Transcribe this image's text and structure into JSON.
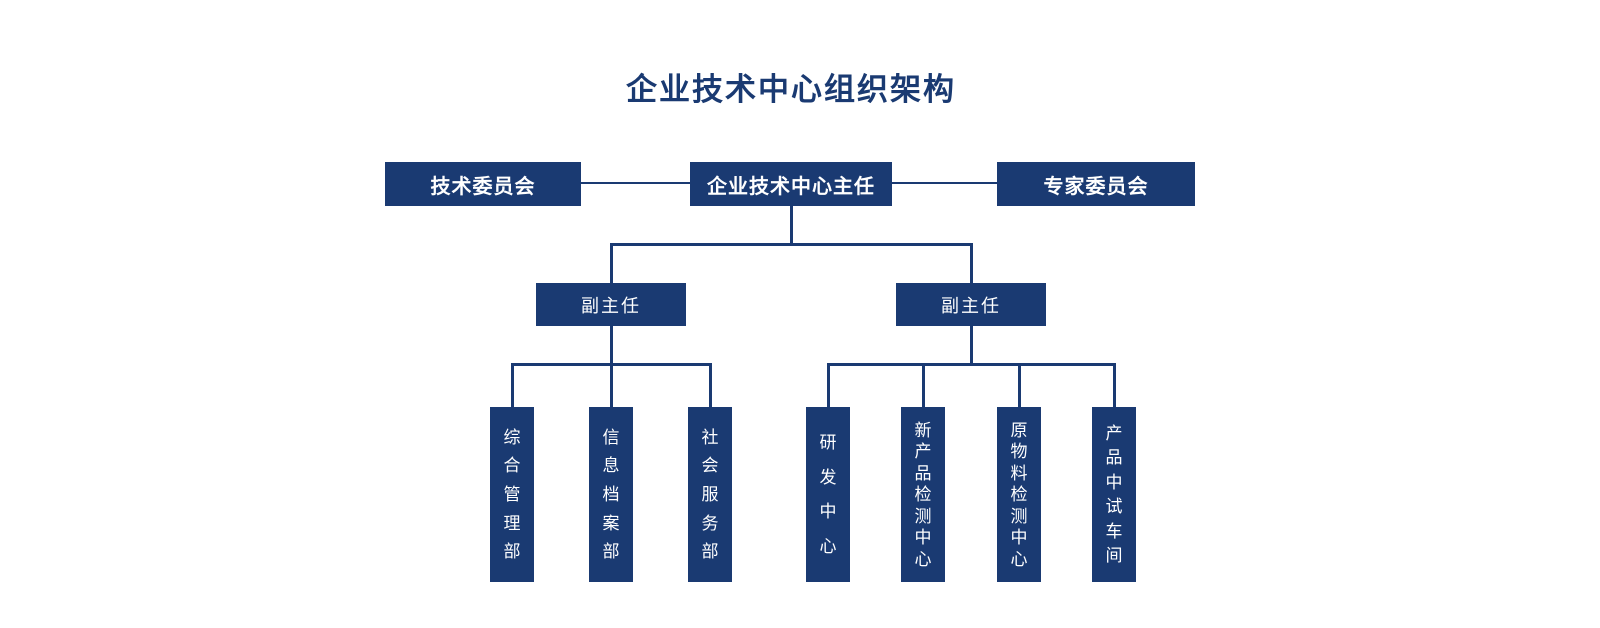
{
  "title": "企业技术中心组织架构",
  "colors": {
    "primary": "#1a3a72",
    "node_text": "#ffffff",
    "background": "#ffffff"
  },
  "org": {
    "committee_left": {
      "label": "技术委员会"
    },
    "director": {
      "label": "企业技术中心主任"
    },
    "committee_right": {
      "label": "专家委员会"
    },
    "deputy_left": {
      "label": "副主任"
    },
    "deputy_right": {
      "label": "副主任"
    },
    "left_departments": [
      {
        "label": "综合管理部"
      },
      {
        "label": "信息档案部"
      },
      {
        "label": "社会服务部"
      }
    ],
    "right_departments": [
      {
        "label": "研发中心"
      },
      {
        "label": "新产品检测中心"
      },
      {
        "label": "原物料检测中心"
      },
      {
        "label": "产品中试车间"
      }
    ]
  }
}
